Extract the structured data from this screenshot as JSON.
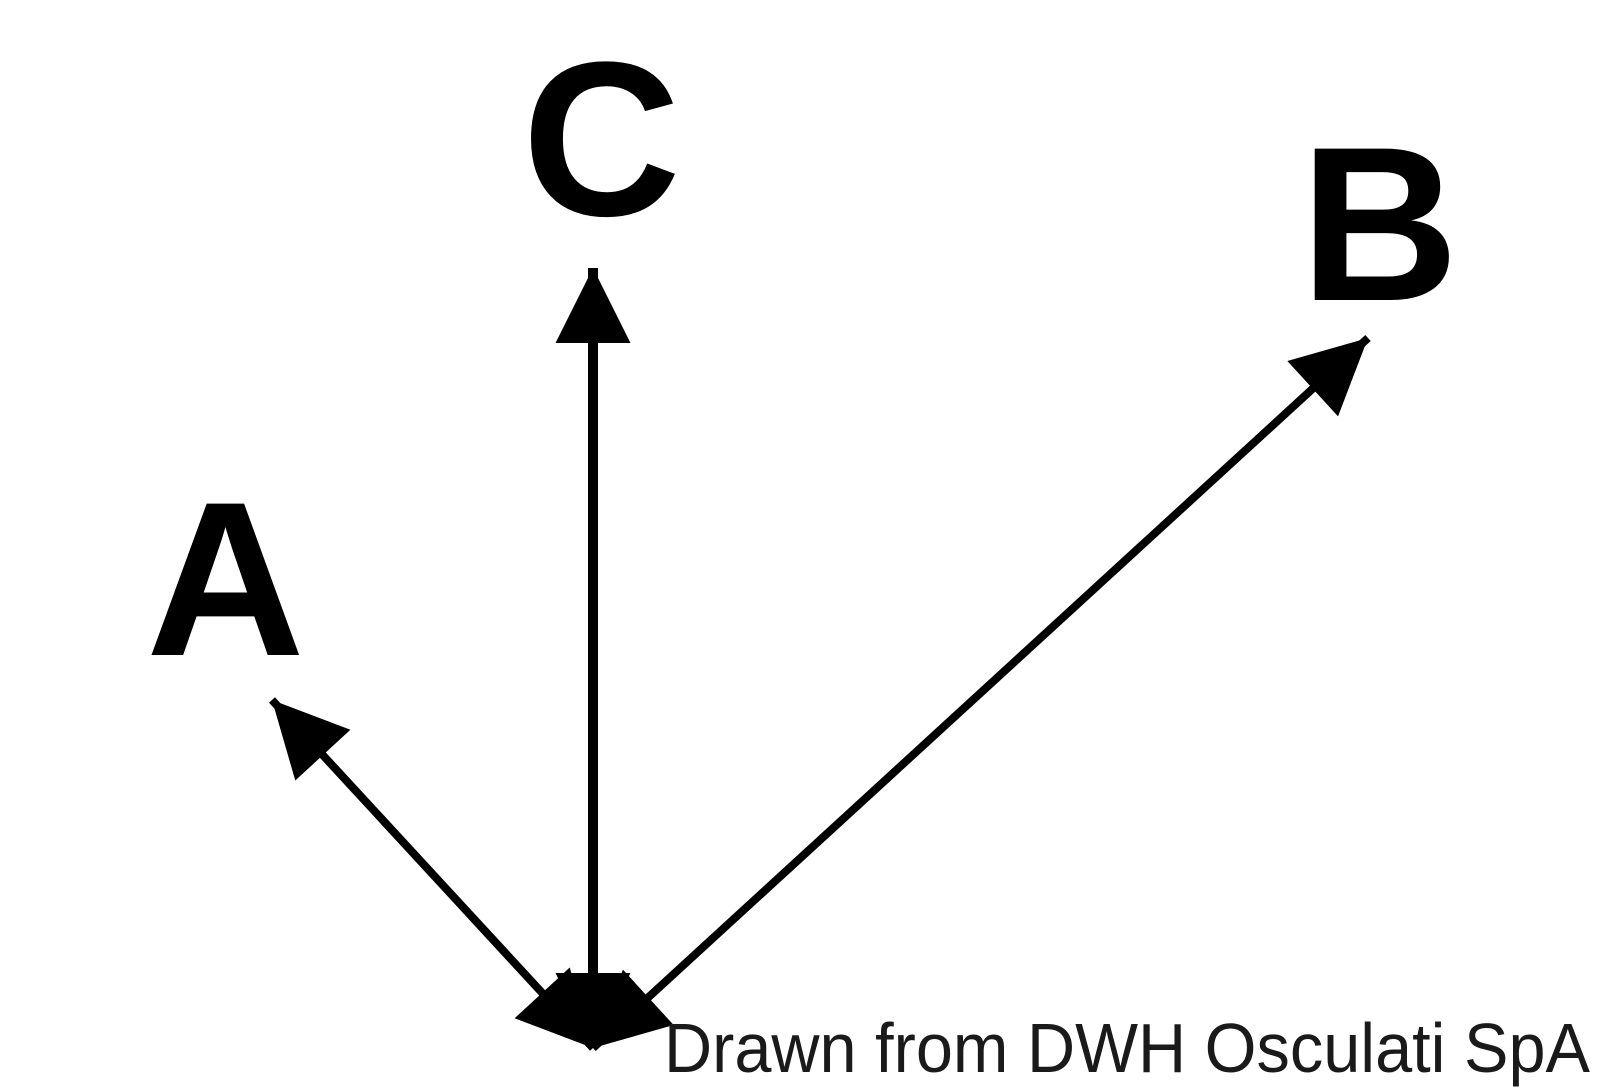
{
  "labels": {
    "a": "A",
    "b": "B",
    "c": "C"
  },
  "credit": "Drawn from DWH Osculati SpA",
  "colors": {
    "ink": "#000000",
    "background": "#ffffff"
  }
}
